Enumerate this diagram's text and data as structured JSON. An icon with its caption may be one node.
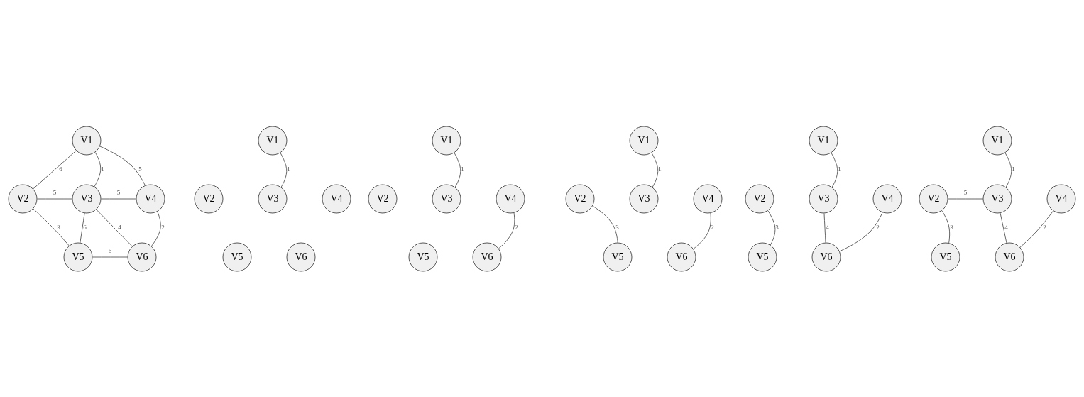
{
  "diagram": {
    "nodes": [
      {
        "text": [
          "V1"
        ]
      },
      {
        "text": [
          "V2"
        ]
      },
      {
        "text": [
          "V3"
        ]
      },
      {
        "text": [
          "V4"
        ]
      },
      {
        "text": [
          "V5"
        ]
      },
      {
        "text": [
          "V6"
        ]
      },
      {
        "text": [
          "V1"
        ]
      },
      {
        "text": [
          "V2"
        ]
      },
      {
        "text": [
          "V3"
        ]
      },
      {
        "text": [
          "V4"
        ]
      },
      {
        "text": [
          "V5"
        ]
      },
      {
        "text": [
          "V6"
        ]
      },
      {
        "text": [
          "V1"
        ]
      },
      {
        "text": [
          "V2"
        ]
      },
      {
        "text": [
          "V3"
        ]
      },
      {
        "text": [
          "V4"
        ]
      },
      {
        "text": [
          "V5"
        ]
      },
      {
        "text": [
          "V6"
        ]
      },
      {
        "text": [
          "V1"
        ]
      },
      {
        "text": [
          "V2"
        ]
      },
      {
        "text": [
          "V3"
        ]
      },
      {
        "text": [
          "V4"
        ]
      },
      {
        "text": [
          "V5"
        ]
      },
      {
        "text": [
          "V6"
        ]
      },
      {
        "text": [
          "V1"
        ]
      },
      {
        "text": [
          "V2"
        ]
      },
      {
        "text": [
          "V3"
        ]
      },
      {
        "text": [
          "V4"
        ]
      },
      {
        "text": [
          "V5"
        ]
      },
      {
        "text": [
          "V6"
        ]
      },
      {
        "text": [
          "V1"
        ]
      },
      {
        "text": [
          "V2"
        ]
      },
      {
        "text": [
          "V3"
        ]
      },
      {
        "text": [
          "V4"
        ]
      },
      {
        "text": [
          "V5"
        ]
      },
      {
        "text": [
          "V6"
        ]
      }
    ],
    "edges": [
      {
        "from": 0,
        "to": 1,
        "arrow": "none",
        "label": "6"
      },
      {
        "from": 0,
        "to": 2,
        "arrow": "none",
        "label": "1"
      },
      {
        "from": 0,
        "to": 3,
        "arrow": "none",
        "label": "5"
      },
      {
        "from": 1,
        "to": 2,
        "arrow": "none",
        "label": "5"
      },
      {
        "from": 2,
        "to": 3,
        "arrow": "none",
        "label": "5"
      },
      {
        "from": 1,
        "to": 4,
        "arrow": "none",
        "label": "3"
      },
      {
        "from": 2,
        "to": 4,
        "arrow": "none",
        "label": "6"
      },
      {
        "from": 2,
        "to": 5,
        "arrow": "none",
        "label": "4"
      },
      {
        "from": 3,
        "to": 5,
        "arrow": "none",
        "label": "2"
      },
      {
        "from": 4,
        "to": 5,
        "arrow": "none",
        "label": "6"
      },
      {
        "from": 6,
        "to": 8,
        "arrow": "none",
        "label": "1"
      },
      {
        "from": 12,
        "to": 14,
        "arrow": "none",
        "label": "1"
      },
      {
        "from": 15,
        "to": 17,
        "arrow": "none",
        "label": "2"
      },
      {
        "from": 18,
        "to": 20,
        "arrow": "none",
        "label": "1"
      },
      {
        "from": 19,
        "to": 22,
        "arrow": "none",
        "label": "3"
      },
      {
        "from": 21,
        "to": 23,
        "arrow": "none",
        "label": "2"
      },
      {
        "from": 24,
        "to": 26,
        "arrow": "none",
        "label": "1"
      },
      {
        "from": 25,
        "to": 28,
        "arrow": "none",
        "label": "3"
      },
      {
        "from": 26,
        "to": 29,
        "arrow": "none",
        "label": "4"
      },
      {
        "from": 27,
        "to": 29,
        "arrow": "none",
        "label": "2"
      },
      {
        "from": 30,
        "to": 32,
        "arrow": "none",
        "label": "1"
      },
      {
        "from": 31,
        "to": 32,
        "arrow": "none",
        "label": "5"
      },
      {
        "from": 31,
        "to": 34,
        "arrow": "none",
        "label": "3"
      },
      {
        "from": 32,
        "to": 35,
        "arrow": "none",
        "label": "4"
      },
      {
        "from": 33,
        "to": 35,
        "arrow": "none",
        "label": "2"
      }
    ]
  }
}
